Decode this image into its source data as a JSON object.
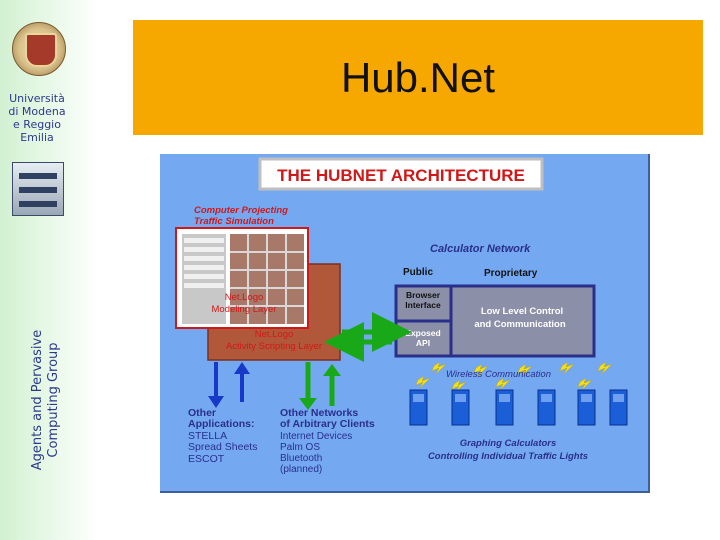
{
  "sidebar": {
    "university_lines": [
      "Università",
      "di Modena",
      "e Reggio",
      "Emilia"
    ],
    "group_lines": [
      "Agents and Pervasive",
      "Computing Group"
    ]
  },
  "header": {
    "title": "Hub.Net"
  },
  "diagram": {
    "heading": "THE HUBNET ARCHITECTURE",
    "projector_label_lines": [
      "Computer Projecting",
      "Traffic Simulation"
    ],
    "netlogo_modeling_lines": [
      "Net.Logo",
      "Modeling  Layer"
    ],
    "netlogo_scripting_lines": [
      "Net.Logo",
      "Activity Scripting Layer"
    ],
    "calculator_network": "Calculator Network",
    "public": "Public",
    "proprietary": "Proprietary",
    "browser_interface_lines": [
      "Browser",
      "Interface"
    ],
    "exposed_api_lines": [
      "Exposed",
      "API"
    ],
    "low_level_lines": [
      "Low Level Control",
      "and Communication"
    ],
    "wireless": "Wireless Communication",
    "graphing_lines": [
      "Graphing Calculators",
      "Controlling Individual Traffic Lights"
    ],
    "other_apps_lines": [
      "Other",
      "Applications:"
    ],
    "other_apps_items": [
      "STELLA",
      "Spread Sheets",
      "ESCOT"
    ],
    "other_networks_lines": [
      "Other Networks",
      "of Arbitrary Clients"
    ],
    "other_networks_items": [
      "Internet Devices",
      "Palm OS",
      "Bluetooth"
    ],
    "other_networks_note": "(planned)",
    "colors": {
      "background": "#74a9f2",
      "title_box": "#f7a800",
      "brown_box": "#b2583a",
      "gray_box": "#8c8fa8",
      "navy_border": "#2a2f8a",
      "red_text": "#d01818",
      "green_arrow": "#18a818",
      "blue_arrow": "#1838c8",
      "lightning": "#f0e020",
      "calculator": "#1a5fd8"
    }
  }
}
